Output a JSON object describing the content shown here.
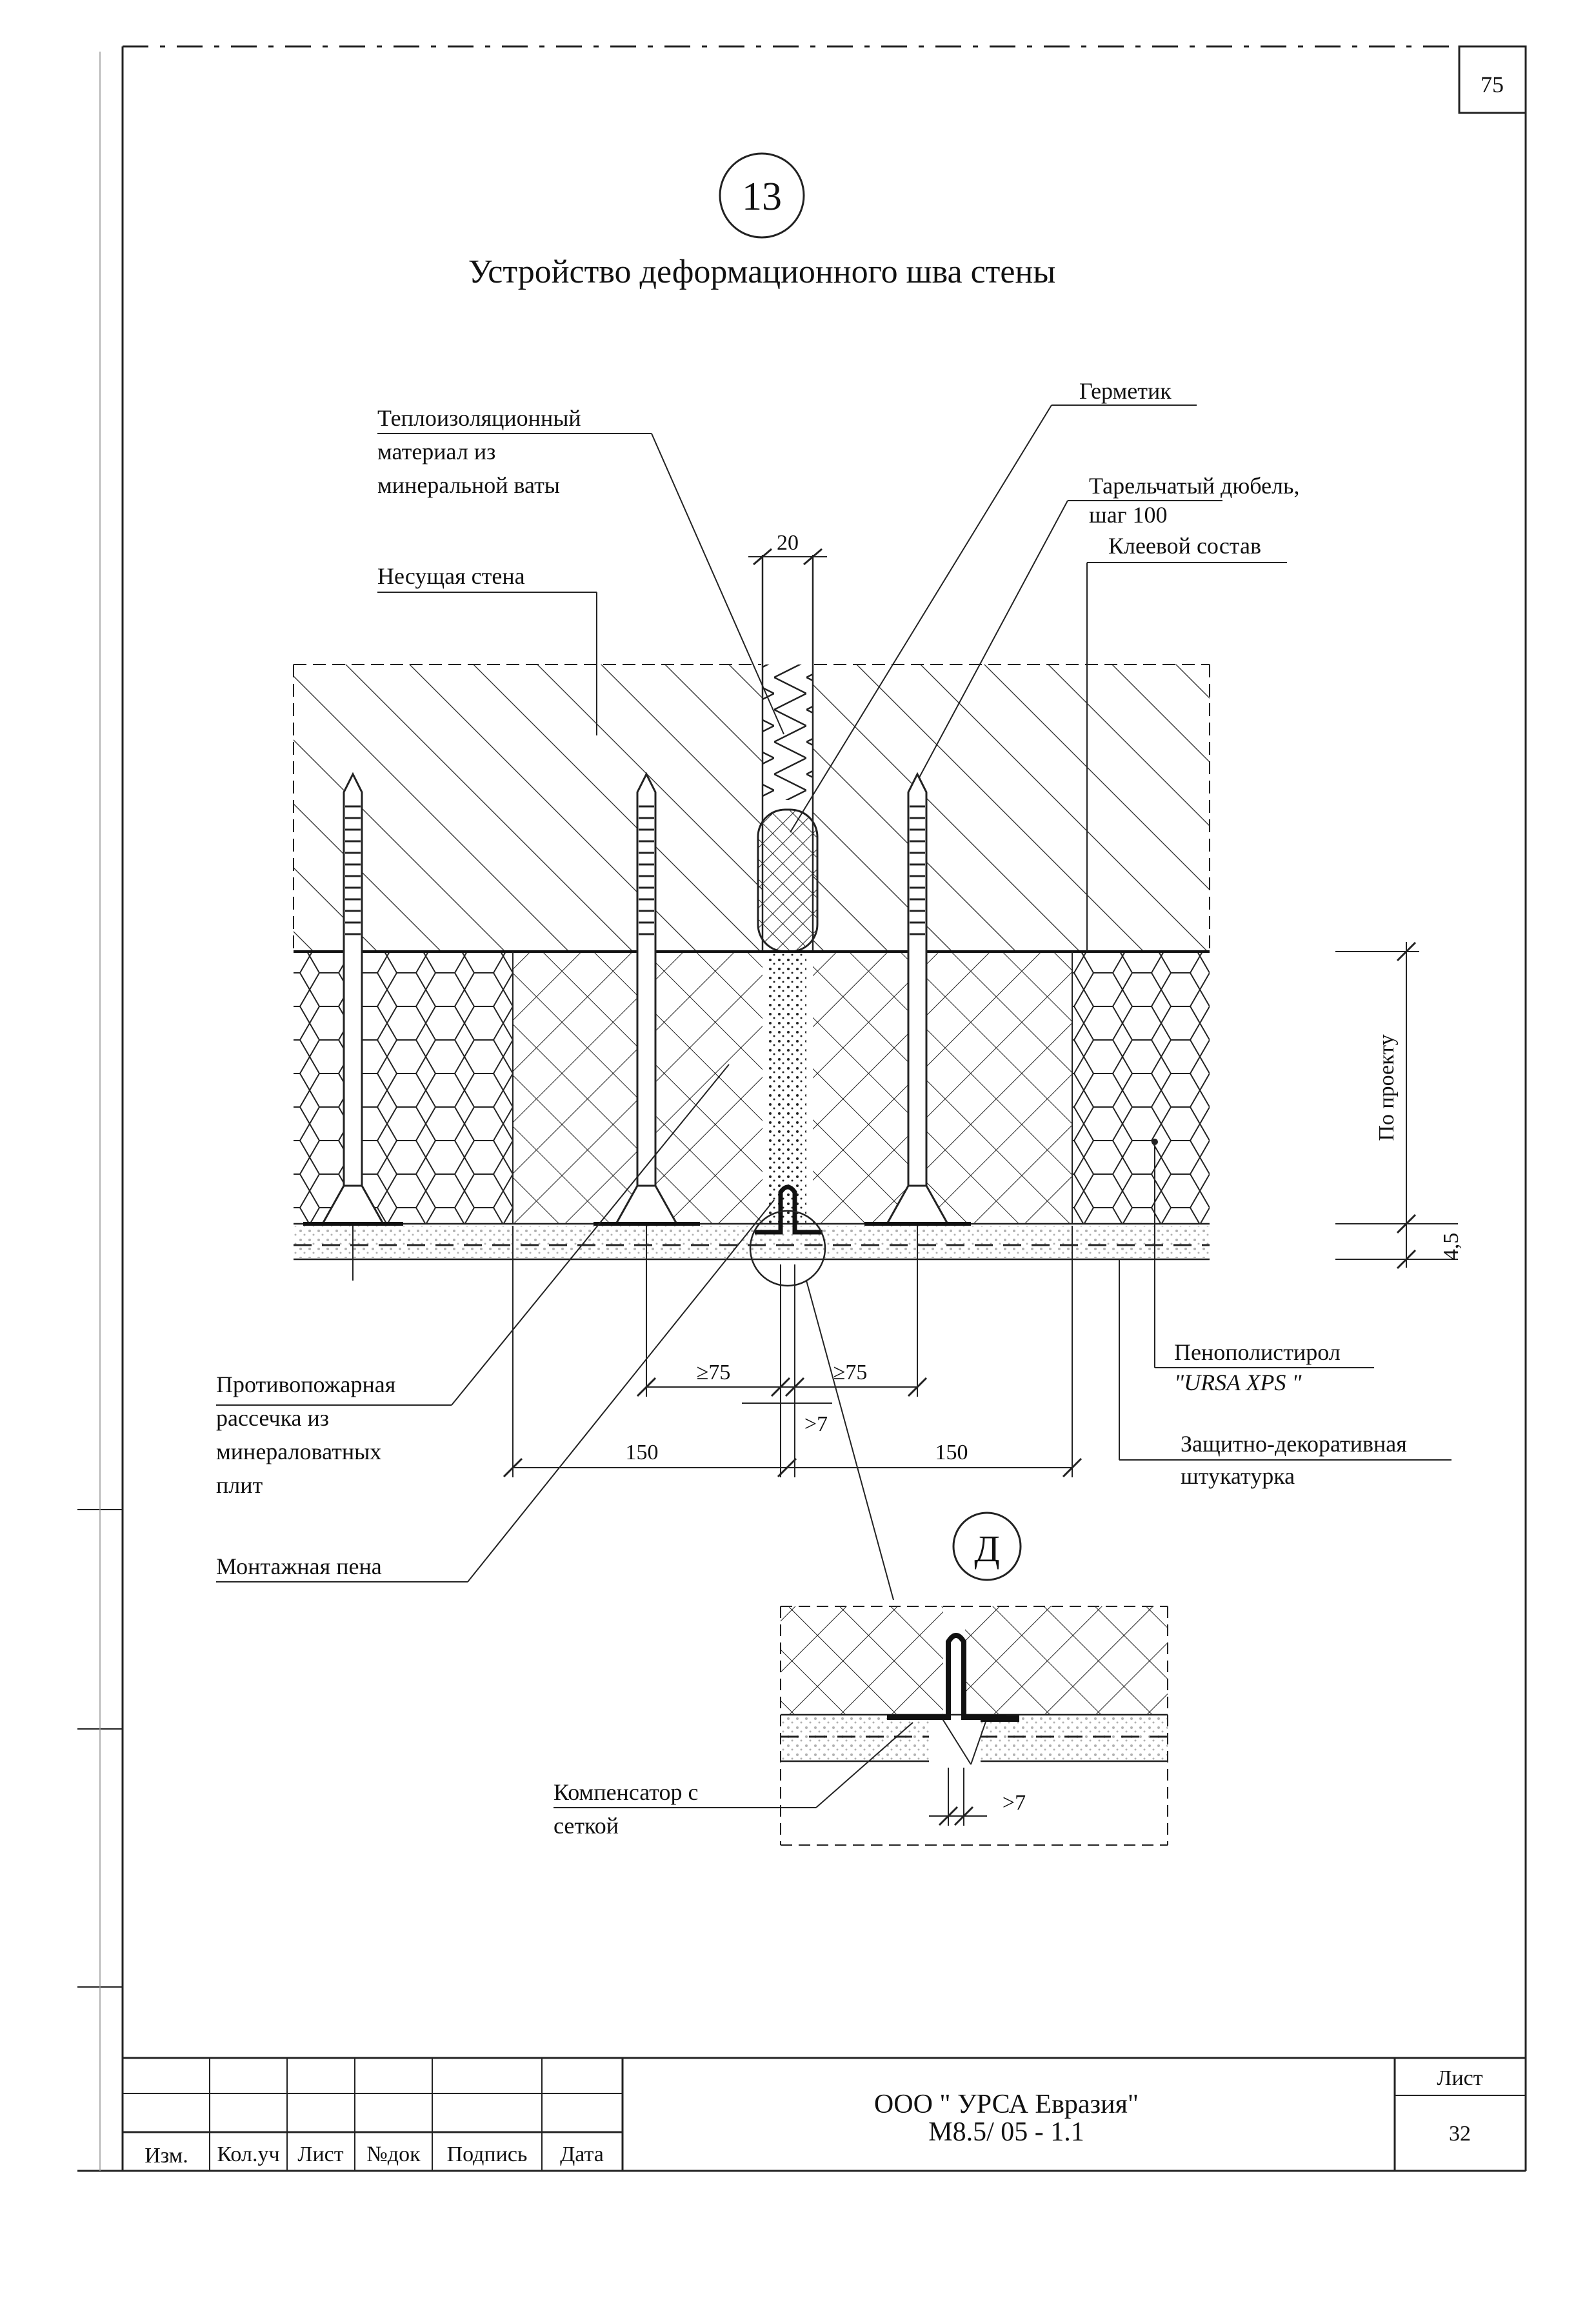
{
  "corner_sheet_number": "75",
  "detail_number": "13",
  "title": "Устройство деформационного шва стены",
  "labels": {
    "insulation_line1": "Теплоизоляционный",
    "insulation_line2": "материал из",
    "insulation_line3": "минеральной ваты",
    "sealant": "Герметик",
    "dowel_line1": "Тарельчатый дюбель,",
    "dowel_line2": "шаг 100",
    "adhesive": "Клеевой состав",
    "bearing_wall": "Несущая стена",
    "polystyrene_line1": "Пенополистирол",
    "polystyrene_line2": "\"URSA XPS \"",
    "fire_line1": "Противопожарная",
    "fire_line2": "рассечка из",
    "fire_line3": "минераловатных",
    "fire_line4": "плит",
    "foam": "Монтажная пена",
    "plaster_line1": "Защитно-декоративная",
    "plaster_line2": "штукатурка",
    "compensator_line1": "Компенсатор с",
    "compensator_line2": "сеткой"
  },
  "dimensions": {
    "joint_width": "20",
    "thickness": "По проекту",
    "plaster": "4,5",
    "left_min": "≥75",
    "right_min": "≥75",
    "gap": ">7",
    "left_150": "150",
    "right_150": "150",
    "detail_gap": ">7"
  },
  "callout": "Д",
  "title_block": {
    "org": "ООО \" УРСА Евразия\"",
    "code": "М8.5/ 05 - 1.1",
    "sheet_label": "Лист",
    "sheet_number": "32",
    "headers": [
      "Изм.",
      "Кол.уч",
      "Лист",
      "№док",
      "Подпись",
      "Дата"
    ]
  }
}
